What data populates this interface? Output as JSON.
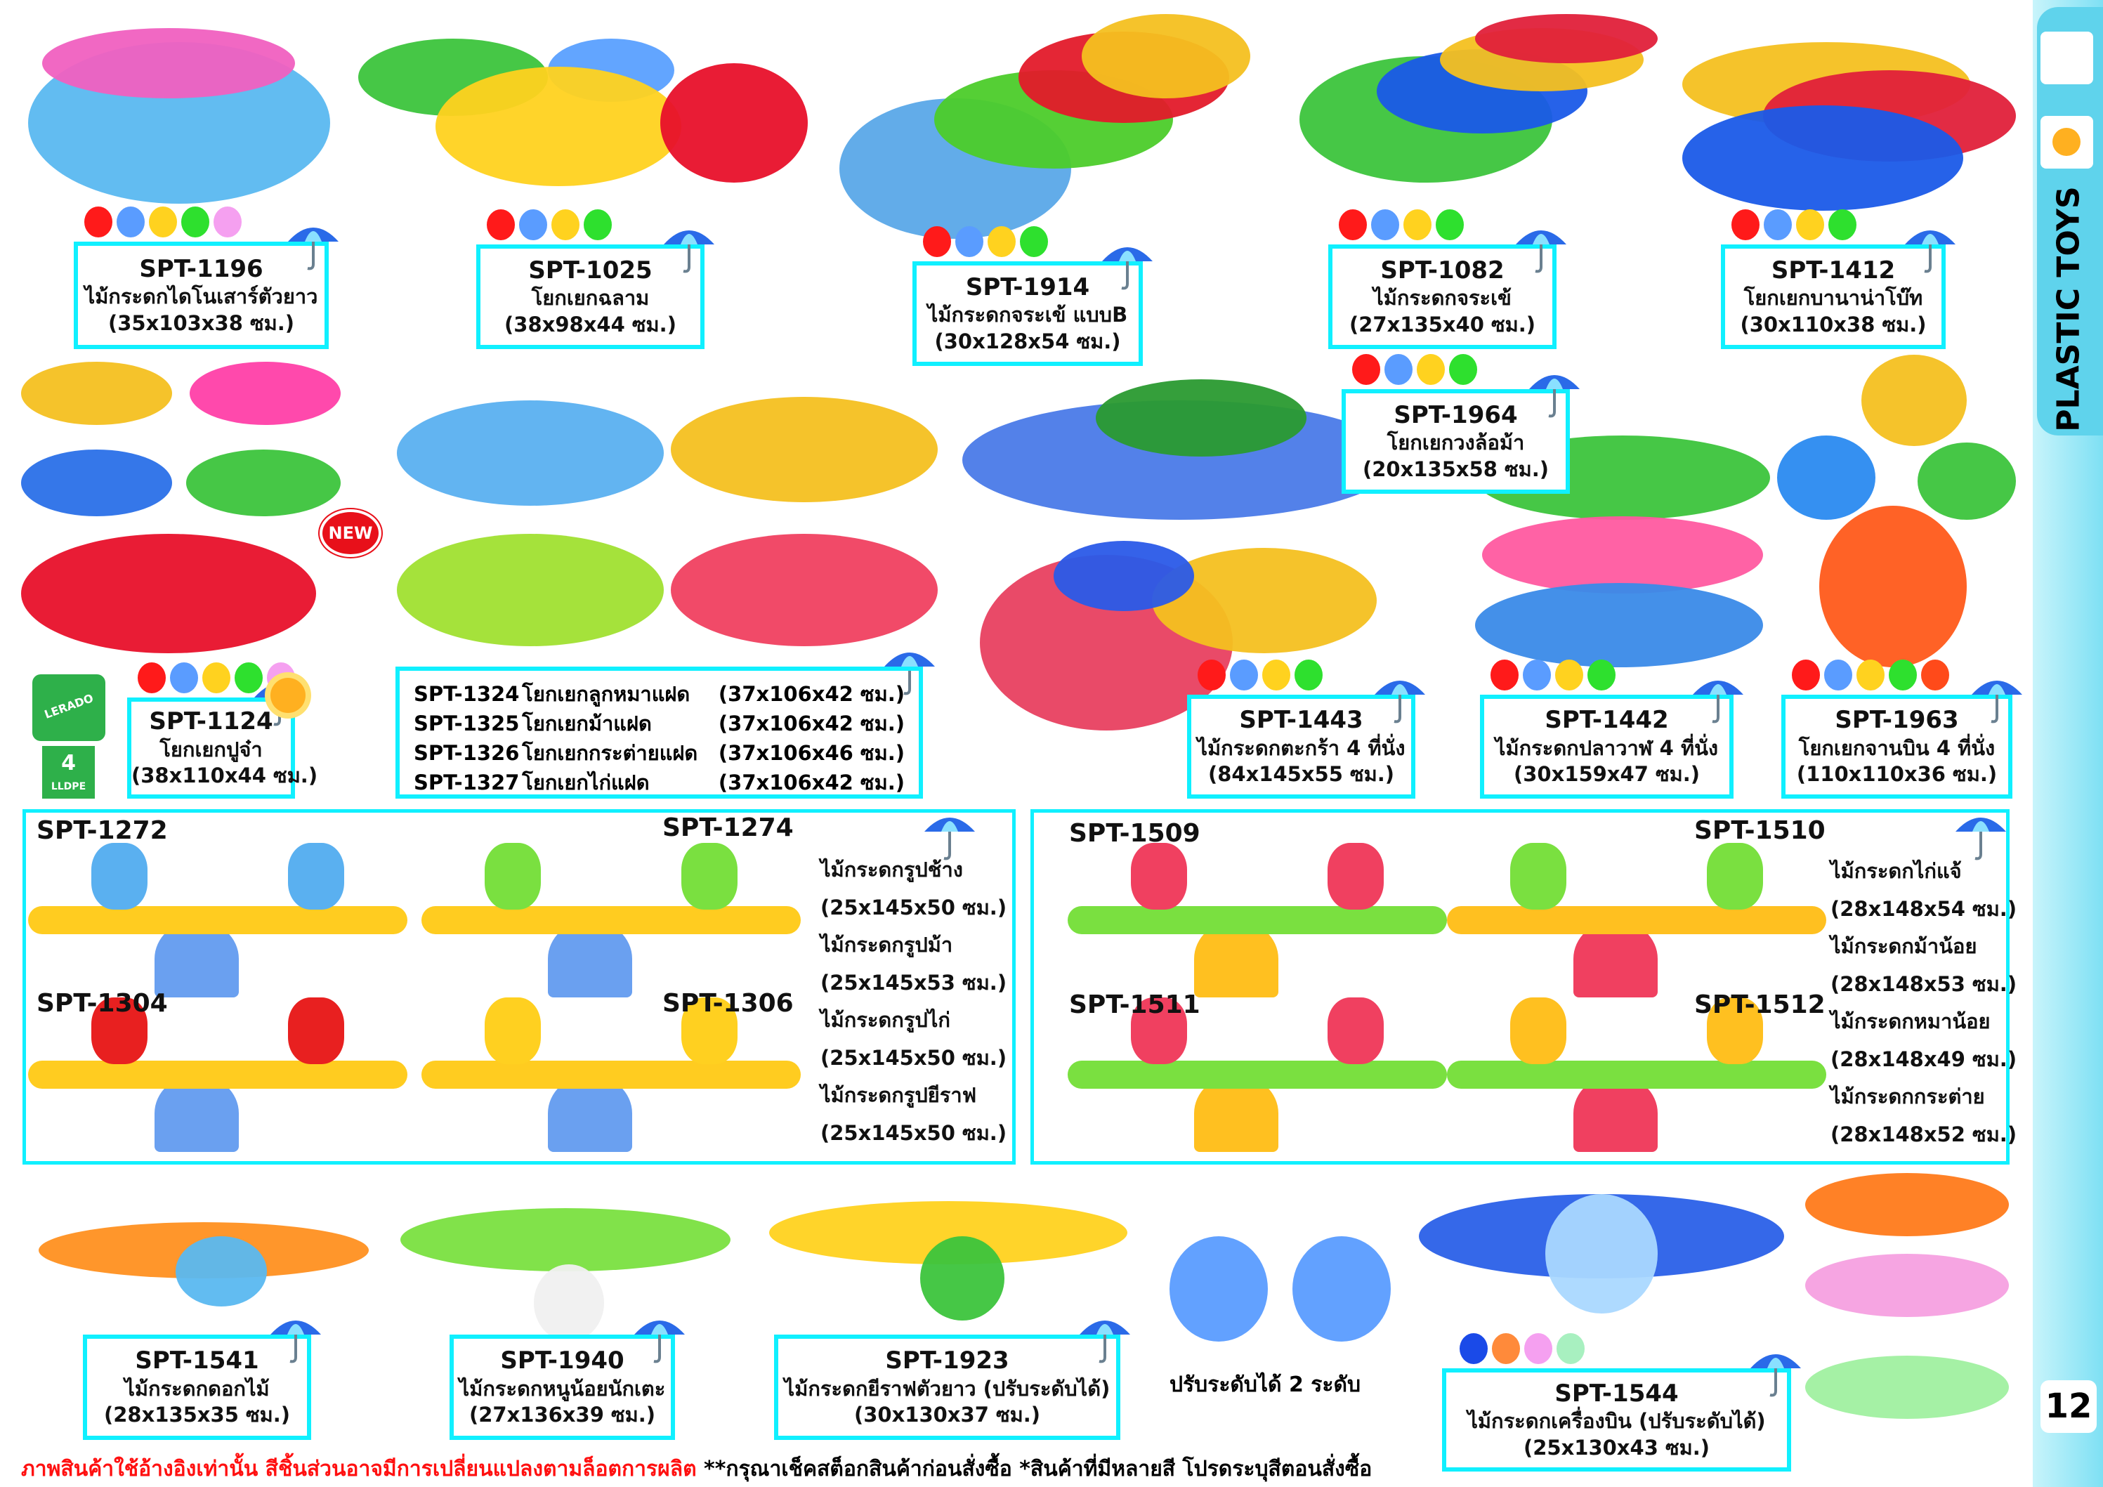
{
  "products": [
    {
      "code": "SPT-1196",
      "name": "ไม้กระดกไดโนเสาร์ตัวยาว",
      "size": "(35x103x38 ซม.)",
      "colors": [
        "#ff1a1a",
        "#5a9cff",
        "#ffd21f",
        "#2ee02e",
        "#f5a0f0"
      ]
    },
    {
      "code": "SPT-1025",
      "name": "โยกเยกฉลาม",
      "size": "(38x98x44 ซม.)",
      "colors": [
        "#ff1a1a",
        "#5a9cff",
        "#ffd21f",
        "#2ee02e"
      ]
    },
    {
      "code": "SPT-1914",
      "name": "ไม้กระดกจระเข้ แบบB",
      "size": "(30x128x54 ซม.)",
      "colors": [
        "#ff1a1a",
        "#5a9cff",
        "#ffd21f",
        "#2ee02e"
      ]
    },
    {
      "code": "SPT-1082",
      "name": "ไม้กระดกจระเข้",
      "size": "(27x135x40 ซม.)",
      "colors": [
        "#ff1a1a",
        "#5a9cff",
        "#ffd21f",
        "#2ee02e"
      ]
    },
    {
      "code": "SPT-1412",
      "name": "โยกเยกบานาน่าโบ๊ท",
      "size": "(30x110x38 ซม.)",
      "colors": [
        "#ff1a1a",
        "#5a9cff",
        "#ffd21f",
        "#2ee02e"
      ]
    },
    {
      "code": "SPT-1964",
      "name": "โยกเยกวงล้อม้า",
      "size": "(20x135x58 ซม.)",
      "colors": [
        "#ff1a1a",
        "#5a9cff",
        "#ffd21f",
        "#2ee02e"
      ]
    },
    {
      "code": "SPT-1124",
      "name": "โยกเยกปูจ๋า",
      "size": "(38x110x44 ซม.)",
      "colors": [
        "#ff1a1a",
        "#5a9cff",
        "#ffd21f",
        "#2ee02e",
        "#f5a0f0"
      ]
    },
    {
      "code": "SPT-1443",
      "name": "ไม้กระดกตะกร้า 4 ที่นั่ง",
      "size": "(84x145x55 ซม.)",
      "colors": [
        "#ff1a1a",
        "#5a9cff",
        "#ffd21f",
        "#2ee02e"
      ]
    },
    {
      "code": "SPT-1442",
      "name": "ไม้กระดกปลาวาฬ 4 ที่นั่ง",
      "size": "(30x159x47 ซม.)",
      "colors": [
        "#ff1a1a",
        "#5a9cff",
        "#ffd21f",
        "#2ee02e"
      ]
    },
    {
      "code": "SPT-1963",
      "name": "โยกเยกจานบิน 4 ที่นั่ง",
      "size": "(110x110x36 ซม.)",
      "colors": [
        "#ff1a1a",
        "#5a9cff",
        "#ffd21f",
        "#2ee02e",
        "#ff4a1a"
      ]
    },
    {
      "code": "SPT-1541",
      "name": "ไม้กระดกดอกไม้",
      "size": "(28x135x35 ซม.)",
      "colors": []
    },
    {
      "code": "SPT-1940",
      "name": "ไม้กระดกหนูน้อยนักเตะ",
      "size": "(27x136x39 ซม.)",
      "colors": []
    },
    {
      "code": "SPT-1923",
      "name": "ไม้กระดกยีราฟตัวยาว (ปรับระดับได้)",
      "size": "(30x130x37 ซม.)",
      "colors": []
    },
    {
      "code": "SPT-1544",
      "name": "ไม้กระดกเครื่องบิน (ปรับระดับได้)",
      "size": "(25x130x43 ซม.)",
      "colors": [
        "#1a4ae8",
        "#ff8a3a",
        "#f5a0f0",
        "#a8f0c0"
      ]
    }
  ],
  "twin_list": [
    {
      "code": "SPT-1324",
      "name": "โยกเยกลูกหมาแฝด",
      "size": "(37x106x42 ซม.)"
    },
    {
      "code": "SPT-1325",
      "name": "โยกเยกม้าแฝด",
      "size": "(37x106x42 ซม.)"
    },
    {
      "code": "SPT-1326",
      "name": "โยกเยกกระต่ายแฝด",
      "size": "(37x106x46 ซม.)"
    },
    {
      "code": "SPT-1327",
      "name": "โยกเยกไก่แฝด",
      "size": "(37x106x42 ซม.)"
    }
  ],
  "section_left": {
    "codes": [
      "SPT-1272",
      "SPT-1274",
      "SPT-1304",
      "SPT-1306"
    ],
    "desc": [
      "ไม้กระดกรูปช้าง",
      "(25x145x50 ซม.)",
      "ไม้กระดกรูปม้า",
      "(25x145x53 ซม.)",
      "ไม้กระดกรูปไก่",
      "(25x145x50 ซม.)",
      "ไม้กระดกรูปยีราฟ",
      "(25x145x50 ซม.)"
    ]
  },
  "section_right": {
    "codes": [
      "SPT-1509",
      "SPT-1510",
      "SPT-1511",
      "SPT-1512"
    ],
    "desc": [
      "ไม้กระดกไก่แจ้",
      "(28x148x54 ซม.)",
      "ไม้กระดกม้าน้อย",
      "(28x148x53 ซม.)",
      "ไม้กระดกหมาน้อย",
      "(28x148x49 ซม.)",
      "ไม้กระดกกระต่าย",
      "(28x148x52 ซม.)"
    ]
  },
  "badges": {
    "new": "NEW",
    "brand": "LERADO",
    "recycle_number": "4",
    "material": "LLDPE"
  },
  "adjust_caption": "ปรับระดับได้ 2 ระดับ",
  "footer": {
    "warning": "ภาพสินค้าใช้อ้างอิงเท่านั้น สีชิ้นส่วนอาจมีการเปลี่ยนแปลงตามล็อตการผลิต",
    "notes": "**กรุณาเช็คสต็อกสินค้าก่อนสั่งซื้อ  *สินค้าที่มีหลายสี โปรดระบุสีตอนสั่งซื้อ"
  },
  "sidebar": {
    "category": "PLASTIC TOYS",
    "page_number": "12"
  }
}
